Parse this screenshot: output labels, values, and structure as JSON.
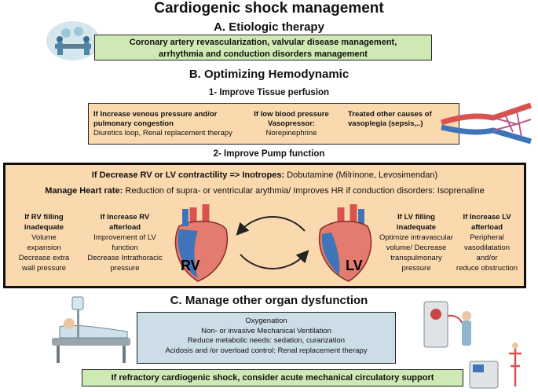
{
  "title": "Cardiogenic shock management",
  "section_a": {
    "heading": "A. Etiologic therapy",
    "line1": "Coronary artery revascularization, valvular disease management,",
    "line2": "arrhythmia and conduction disorders management"
  },
  "section_b": {
    "heading": "B. Optimizing Hemodynamic",
    "sub1": {
      "heading": "1- Improve Tissue perfusion",
      "col1": {
        "bold1": "If Increase venous pressure and/or",
        "bold2": "pulmonary congestion",
        "text": "Diuretics loop, Renal replacement therapy"
      },
      "col2": {
        "bold1": "If low blood pressure",
        "bold2": "Vasopressor:",
        "text": "Norepinephrine"
      },
      "col3": {
        "bold1": "Treated other causes of",
        "bold2": "vasoplegia (sepsis,..)"
      }
    },
    "sub2": {
      "heading": "2- Improve Pump function",
      "inotropes_bold": "If Decrease RV or LV contractility => Inotropes:",
      "inotropes_text": "Dobutamine (Milrinone, Levosimendan)",
      "hr_bold": "Manage Heart rate:",
      "hr_text": "Reduction of supra- or ventricular arythmia/ Improves HR if conduction disorders: Isoprenaline",
      "rv_filling": {
        "h1": "If RV filling",
        "h2": "inadequate",
        "t1": "Volume",
        "t2": "expansion",
        "t3": "Decrease extra",
        "t4": "wall pressure"
      },
      "rv_afterload": {
        "h1": "If Increase RV",
        "h2": "afterload",
        "t1": "Improvement of LV",
        "t2": "function",
        "t3": "Decrease Intrathoracic",
        "t4": "pressure"
      },
      "lv_filling": {
        "h1": "If LV filling",
        "h2": "inadequate",
        "t1": "Optimize intravascular",
        "t2": "volume/ Decrease",
        "t3": "transpulmonary",
        "t4": "pressure"
      },
      "lv_afterload": {
        "h1": "If Increase LV",
        "h2": "afterload",
        "t1": "Peripheral",
        "t2": "vasodilatation",
        "t3": "and/or",
        "t4": "reduce obstruction"
      },
      "rv_label": "RV",
      "lv_label": "LV"
    }
  },
  "section_c": {
    "heading": "C. Manage other organ dysfunction",
    "lines": [
      "Oxygenation",
      "Non- or invasive Mechanical Ventilation",
      "Reduce metabolic needs: sedation, curarization",
      "Acidosis and /or overload control:  Renal replacement therapy"
    ]
  },
  "footer": "If refractory cardiogenic shock, consider acute mechanical circulatory support",
  "colors": {
    "green_box": "#cfe9b4",
    "orange_box": "#fbd9ae",
    "blue_box": "#cddde8",
    "heart_red": "#d8534f",
    "heart_blue": "#3f74b8"
  }
}
